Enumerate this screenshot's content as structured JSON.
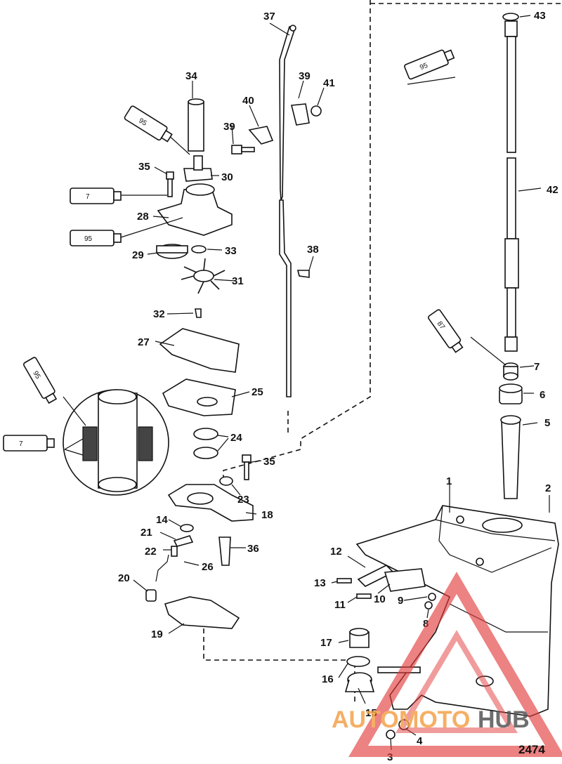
{
  "figure_number": "2474",
  "watermark": {
    "part_a": "AUTO",
    "part_b": "MOTO",
    "part_c": "HUB",
    "color_a": "#f4a24a",
    "color_b": "#f4a24a",
    "color_c": "#555555",
    "triangle_color": "#e23c3c"
  },
  "callouts": [
    "37",
    "43",
    "34",
    "39",
    "41",
    "95",
    "40",
    "39",
    "35",
    "30",
    "7",
    "28",
    "95",
    "29",
    "33",
    "31",
    "38",
    "42",
    "32",
    "27",
    "95",
    "87",
    "7",
    "6",
    "25",
    "7",
    "24",
    "5",
    "35",
    "23",
    "18",
    "14",
    "21",
    "22",
    "36",
    "26",
    "20",
    "19",
    "1",
    "2",
    "12",
    "13",
    "10",
    "9",
    "11",
    "8",
    "17",
    "16",
    "15",
    "4",
    "3"
  ],
  "tube_labels": [
    "95",
    "7",
    "95",
    "95",
    "7",
    "87",
    "95"
  ],
  "colors": {
    "line": "#111111",
    "fill": "#ffffff"
  }
}
